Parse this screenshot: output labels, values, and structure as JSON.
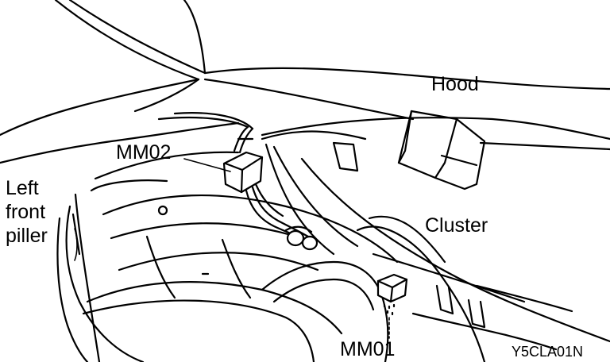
{
  "labels": {
    "hood": "Hood",
    "cluster": "Cluster",
    "mm02": "MM02",
    "mm01": "MM01",
    "pillar_line1": "Left",
    "pillar_line2": "front",
    "pillar_line3": "piller",
    "figure_code": "Y5CLA01N"
  }
}
